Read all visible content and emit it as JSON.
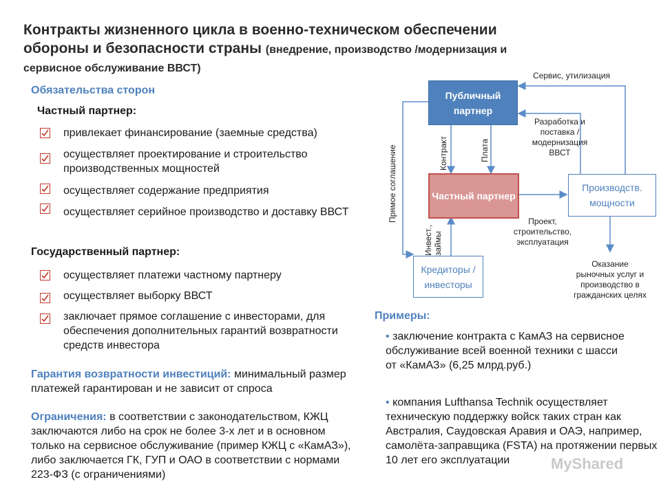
{
  "title": {
    "line1": "Контракты жизненного цикла в военно-техническом обеспечении",
    "line2": "обороны и безопасности страны",
    "line2_sub": "(внедрение, производство /модернизация и",
    "line3": "сервисное обслуживание ВВСТ)"
  },
  "obligations": {
    "heading": "Обязательства сторон",
    "private_heading": "Частный партнер:",
    "private_items": [
      "привлекает финансирование (заемные средства)",
      "осуществляет проектирование и строительство производственных мощностей",
      "осуществляет содержание предприятия",
      "осуществляет серийное производство и доставку ВВСТ"
    ],
    "state_heading": "Государственный партнер:",
    "state_items": [
      "осуществляет платежи частному партнеру",
      "осуществляет выборку ВВСТ",
      "заключает прямое соглашение с инвесторами, для обеспечения дополнительных гарантий возвратности средств инвестора"
    ]
  },
  "guarantee": {
    "heading": "Гарантия возвратности инвестиций:",
    "text": "минимальный размер платежей гарантирован и не зависит от спроса"
  },
  "limits": {
    "heading": "Ограничения:",
    "text": "в соответствии с законодательством, КЖЦ заключаются либо на срок не более 3-х лет и в основном только на сервисное обслуживание (пример КЖЦ с «КамАЗ»), либо заключается ГК, ГУП и ОАО в соответствии с нормами 223-ФЗ (с ограничениями)"
  },
  "diagram": {
    "public_partner": "Публичный партнер",
    "private_partner": "Частный партнер",
    "capacities": "Производств. мощности",
    "creditors": "Кредиторы / инвесторы",
    "label_service": "Сервис, утилизация",
    "label_development": "Разработка и поставка / модернизация ВВСТ",
    "label_contract": "Контракт",
    "label_payment": "Плата",
    "label_direct": "Прямое соглашение",
    "label_invest": "Инвест., займы",
    "label_project": "Проект, строительство, эксплуатация",
    "label_market": "Оказание рыночных услуг и производство в гражданских целях",
    "colors": {
      "public_fill": "#4f81bd",
      "private_fill": "#d99694",
      "private_border": "#c0504d",
      "arrow": "#5b8cc8"
    }
  },
  "examples": {
    "heading": "Примеры:",
    "items": [
      "заключение контракта с КамАЗ на сервисное обслуживание всей военной техники с шасси от «КамАЗ» (6,25 млрд.руб.)",
      "компания Lufthansa Technik осуществляет техническую поддержку войск таких стран как Австралия, Саудовская Аравия и ОАЭ, например, самолёта-заправщика (FSTA) на протяжении первых 10 лет его эксплуатации"
    ]
  },
  "watermark": "MyShared"
}
